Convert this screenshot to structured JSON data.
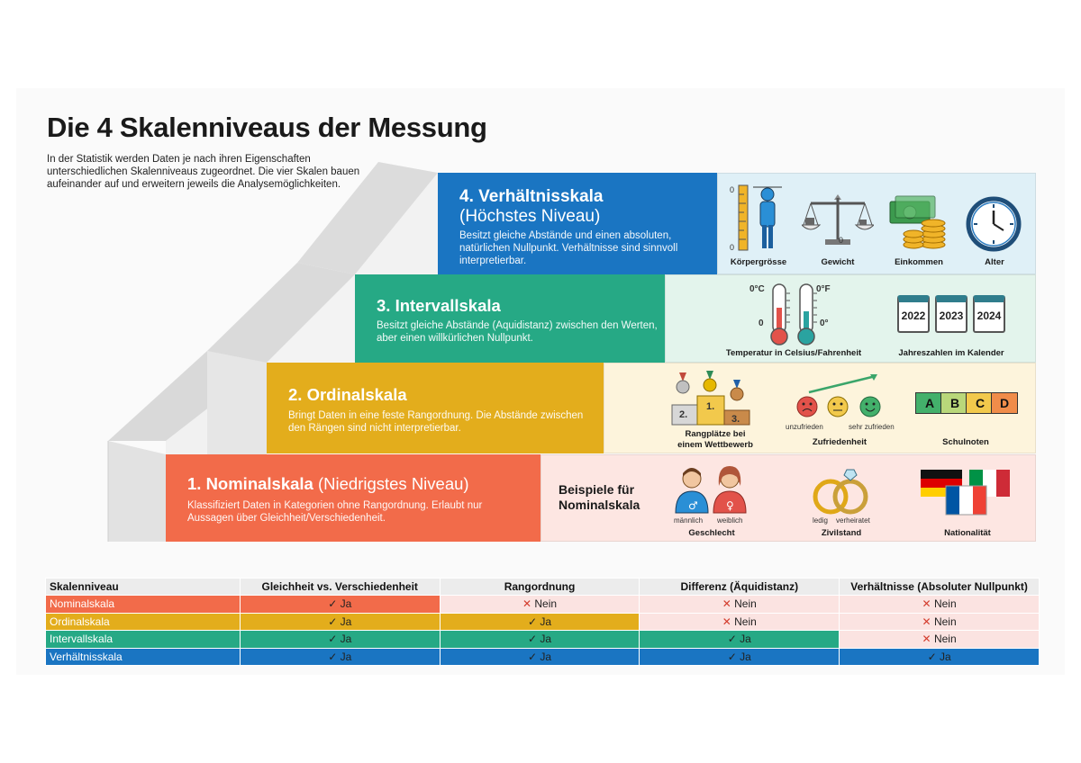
{
  "title": "Die 4 Skalenniveaus der Messung",
  "intro": "In der Statistik werden Daten je nach ihren Eigenschaften unterschiedlichen Skalenniveaus zugeordnet. Die vier Skalen bauen aufeinander auf und erweitern jeweils die Analysemöglichkeiten.",
  "colors": {
    "nominal": "#f26b4a",
    "ordinal": "#e3ad1c",
    "interval": "#26a985",
    "ratio": "#1a75c2"
  },
  "levels": {
    "ratio": {
      "title": "4. Verhältnisskala",
      "title2": "(Höchstes Niveau)",
      "desc": "Besitzt gleiche Abstände und einen absoluten, natürlichen Nullpunkt. Verhältnisse sind sinnvoll interpretierbar."
    },
    "interval": {
      "title": "3. Intervallskala",
      "desc": "Besitzt gleiche Abstände (Äquidistanz) zwischen den Werten, aber einen willkürlichen Nullpunkt."
    },
    "ordinal": {
      "title": "2. Ordinalskala",
      "desc": "Bringt Daten in eine feste Rangordnung. Die Abstände zwischen den Rängen sind nicht interpretierbar."
    },
    "nominal": {
      "title": "1. Nominalskala",
      "title_suffix": "(Niedrigstes Niveau)",
      "desc": "Klassifiziert Daten in Kategorien ohne Rangordnung. Erlaubt nur Aussagen über Gleichheit/Verschiedenheit."
    }
  },
  "examples": {
    "ratio": {
      "koerper": "Körpergrösse",
      "gewicht": "Gewicht",
      "einkommen": "Einkommen",
      "alter": "Alter",
      "zero1": "0",
      "zero2": "0"
    },
    "interval": {
      "temp": "Temperatur in Celsius/Fahrenheit",
      "jahre": "Jahreszahlen im Kalender",
      "c_label": "0°C",
      "f_label": "0°F",
      "zero_c": "0",
      "zero_f": "0°",
      "years": [
        "2022",
        "2023",
        "2024"
      ]
    },
    "ordinal": {
      "rang": "Rangplätze bei einem Wettbewerb",
      "zufriedenheit": "Zufriedenheit",
      "schulnoten": "Schulnoten",
      "unzufrieden": "unzufrieden",
      "sehr_zufrieden": "sehr zufrieden",
      "places": [
        "2.",
        "1.",
        "3."
      ],
      "grades": [
        "A",
        "B",
        "C",
        "D"
      ]
    },
    "nominal": {
      "heading": "Beispiele für Nominalskala",
      "geschlecht": "Geschlecht",
      "maennlich": "männlich",
      "weiblich": "weiblich",
      "zivilstand": "Zivilstand",
      "ledig": "ledig",
      "verheiratet": "verheiratet",
      "nationalitaet": "Nationalität"
    }
  },
  "table": {
    "headers": [
      "Skalenniveau",
      "Gleichheit vs. Verschiedenheit",
      "Rangordnung",
      "Differenz (Äquidistanz)",
      "Verhältnisse (Absoluter Nullpunkt)"
    ],
    "ja": "Ja",
    "nein": "Nein",
    "rows": [
      {
        "label": "Nominalskala",
        "values": [
          true,
          false,
          false,
          false
        ]
      },
      {
        "label": "Ordinalskala",
        "values": [
          true,
          true,
          false,
          false
        ]
      },
      {
        "label": "Intervallskala",
        "values": [
          true,
          true,
          true,
          false
        ]
      },
      {
        "label": "Verhältnisskala",
        "values": [
          true,
          true,
          true,
          true
        ]
      }
    ]
  }
}
